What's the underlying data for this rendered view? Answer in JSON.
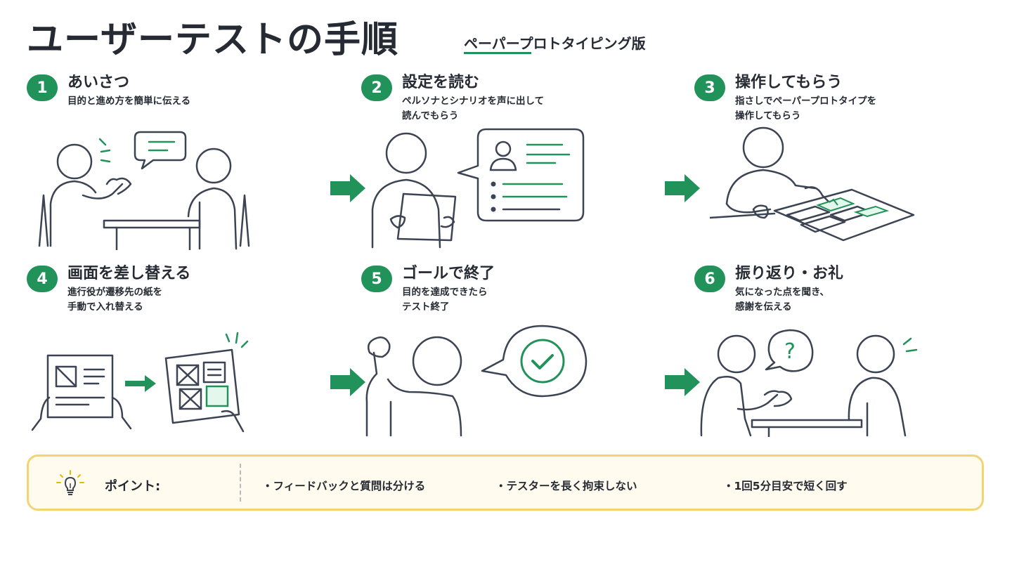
{
  "title": "ユーザーテストの手順",
  "subtitle": "ペーパープロトタイピング版",
  "colors": {
    "accent": "#22925b",
    "ink": "#3c4453",
    "text": "#252a33",
    "point_border": "#f2d473",
    "point_bg": "#fffbef",
    "light_green": "#e3f7ec"
  },
  "steps": [
    {
      "number": "1",
      "title": "あいさつ",
      "description": "目的と進め方を簡単に伝える",
      "icon": "greeting-illustration"
    },
    {
      "number": "2",
      "title": "設定を読む",
      "description": "ペルソナとシナリオを声に出して\n読んでもらう",
      "icon": "reading-persona-illustration"
    },
    {
      "number": "3",
      "title": "操作してもらう",
      "description": "指さしでペーパープロトタイプを\n操作してもらう",
      "icon": "pointing-prototype-illustration"
    },
    {
      "number": "4",
      "title": "画面を差し替える",
      "description": "進行役が遷移先の紙を\n手動で入れ替える",
      "icon": "swap-paper-illustration"
    },
    {
      "number": "5",
      "title": "ゴールで終了",
      "description": "目的を達成できたら\nテスト終了",
      "icon": "goal-check-illustration"
    },
    {
      "number": "6",
      "title": "振り返り・お礼",
      "description": "気になった点を聞き、\n感謝を伝える",
      "icon": "feedback-illustration"
    }
  ],
  "points": {
    "label": "ポイント:",
    "icon": "lightbulb-icon",
    "items": [
      "・フィードバックと質問は分ける",
      "・テスターを長く拘束しない",
      "・1回5分目安で短く回す"
    ]
  }
}
